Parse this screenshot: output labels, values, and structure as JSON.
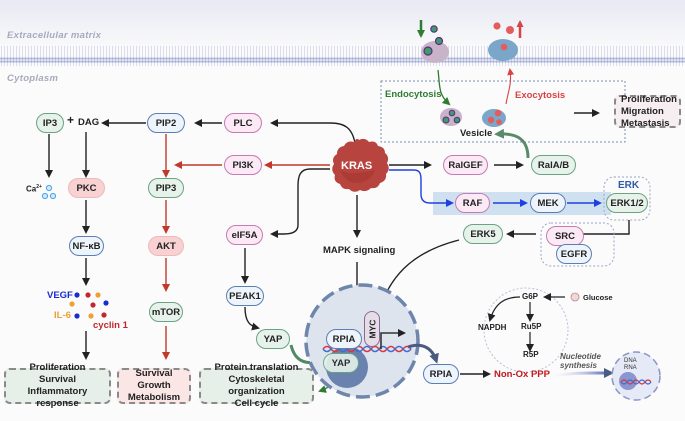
{
  "membrane": {
    "extracellular_label": "Extracellular matrix",
    "cytoplasm_label": "Cytoplasm"
  },
  "trafficking": {
    "endocytosis_label": "Endocytosis",
    "exocytosis_label": "Exocytosis",
    "vesicle_label": "Vesicle",
    "outcome": [
      "Proliferation",
      "Migration",
      "Metastasis"
    ]
  },
  "center": {
    "label": "KRAS"
  },
  "plc_branch": {
    "plc": "PLC",
    "pip2": "PIP2",
    "ip3": "IP3",
    "plus": "+",
    "dag": "DAG",
    "calcium": "Ca",
    "calcium_sup": "2+",
    "pkc": "PKC",
    "nfkb": "NF-κB",
    "factors": {
      "vegf": "VEGF",
      "il6": "IL-6",
      "cyclin": "cyclin 1"
    },
    "outcome": [
      "Proliferation",
      "Survival",
      "Inflammatory response"
    ]
  },
  "pi3k_branch": {
    "pi3k": "PI3K",
    "pip3": "PIP3",
    "akt": "AKT",
    "mtor": "mTOR",
    "outcome": [
      "Survival",
      "Growth",
      "Metabolism"
    ]
  },
  "eif5a_branch": {
    "eif5a": "eIF5A",
    "peak1": "PEAK1",
    "yap": "YAP",
    "outcome": [
      "Protein translation",
      "Cytoskeletal organization",
      "Cell cycle"
    ]
  },
  "ral_branch": {
    "ralgef": "RalGEF",
    "ralab": "RalA/B"
  },
  "mapk_branch": {
    "raf": "RAF",
    "mek": "MEK",
    "erk_group": "ERK",
    "erk12": "ERK1/2",
    "src": "SRC",
    "egfr": "EGFR",
    "erk5": "ERK5",
    "mapk_label": "MAPK signaling"
  },
  "nucleus": {
    "rpia": "RPIA",
    "myc": "MYC",
    "yap": "YAP"
  },
  "ppp": {
    "rpia": "RPIA",
    "nonox": "Non-Ox PPP",
    "g6p": "G6P",
    "glucose": "Glucose",
    "napdh": "NAPDH",
    "ru5p": "Ru5P",
    "r5p": "R5P",
    "nucleotide": [
      "Nucleotide",
      "synthesis"
    ],
    "dna": "DNA",
    "rna": "RNA"
  },
  "colors": {
    "kras": "#b8443f",
    "pi3k_arrow": "#c0392b",
    "mapk_arrow": "#1f3fe0",
    "endocytosis": "#2e7d32",
    "exocytosis": "#d84343",
    "nonox_text": "#c0181e",
    "vegf": "#1a2ccf",
    "il6": "#f0a030",
    "cyclin": "#c0282e"
  }
}
